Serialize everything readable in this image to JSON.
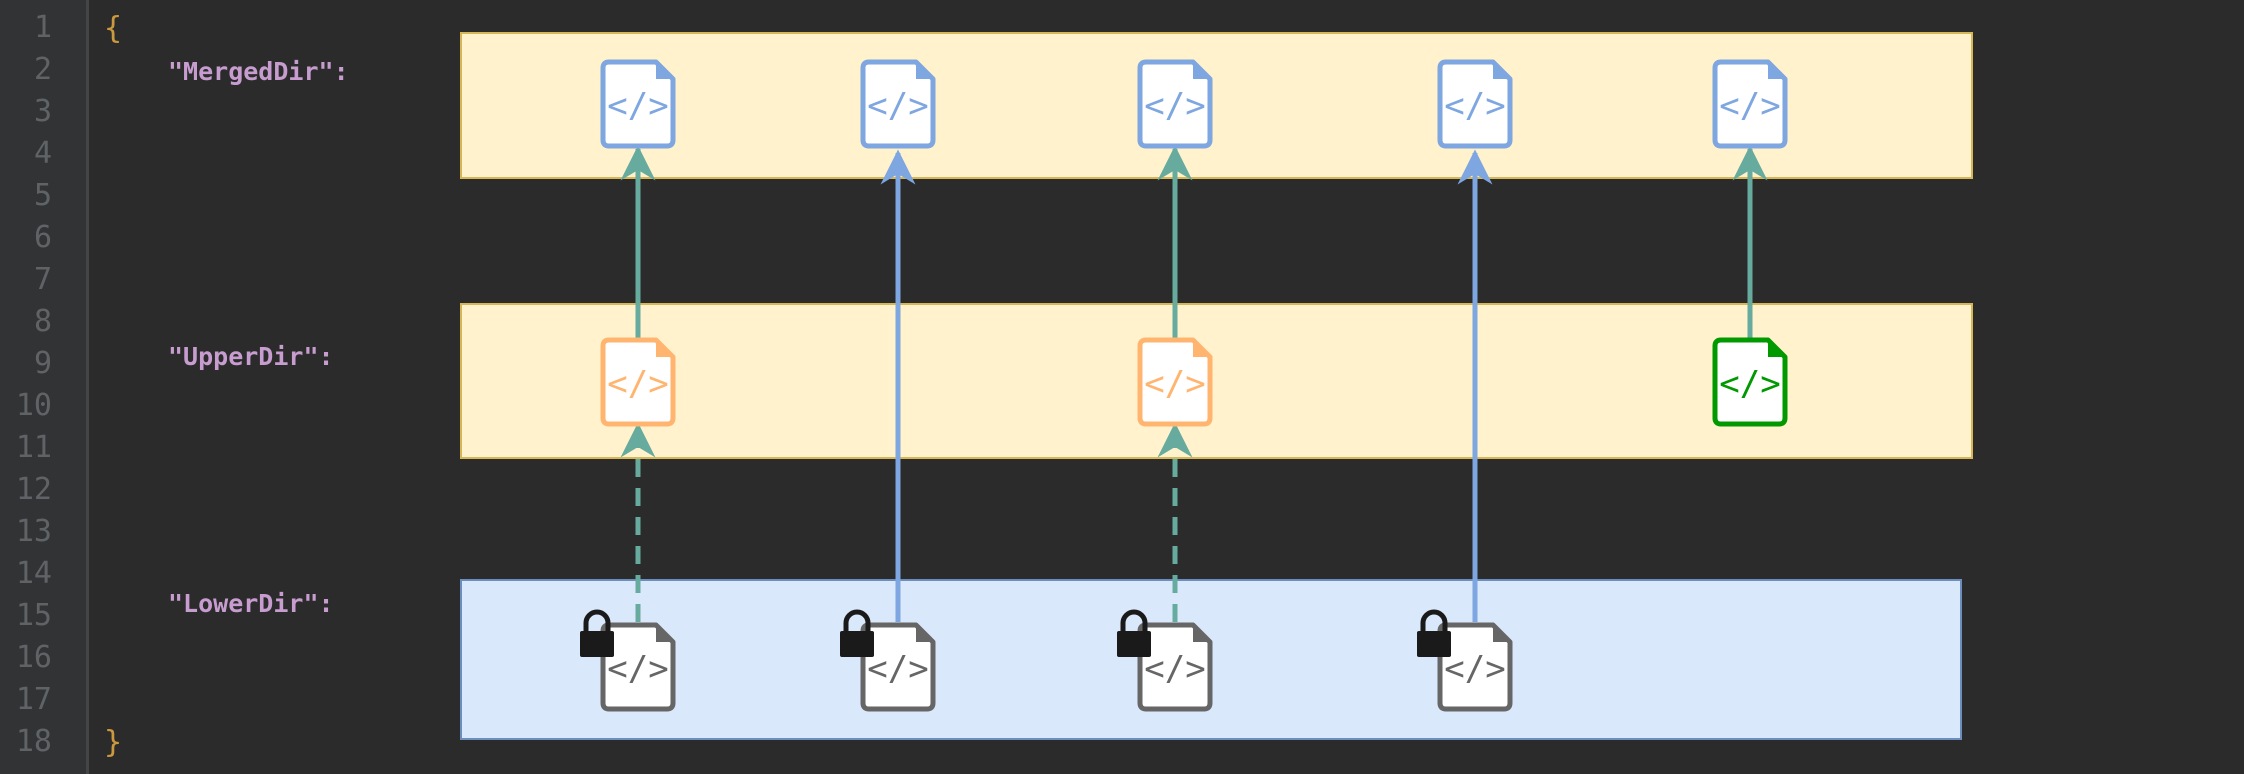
{
  "editor": {
    "line_numbers": [
      "1",
      "2",
      "3",
      "4",
      "5",
      "6",
      "7",
      "8",
      "9",
      "10",
      "11",
      "12",
      "13",
      "14",
      "15",
      "16",
      "17",
      "18"
    ],
    "open_brace": "{",
    "close_brace": "}",
    "keys": {
      "merged": "\"MergedDir\":",
      "upper": "\"UpperDir\":",
      "lower": "\"LowerDir\":"
    }
  },
  "diagram": {
    "colors": {
      "band_yellow": "#fff2cc",
      "band_yellow_border": "#d6b656",
      "band_blue": "#dae8fc",
      "band_blue_border": "#6c8ebf",
      "file_blue": "#7ea6e0",
      "file_orange": "#ffb570",
      "file_green": "#009900",
      "file_gray": "#666666",
      "arrow_green": "#67ab9f",
      "arrow_blue": "#7ea6e0",
      "lock": "#1a1a1a"
    },
    "layers": [
      "merged",
      "upper",
      "lower"
    ],
    "columns": [
      {
        "merged": "file-blue",
        "upper": "file-orange",
        "lower": "file-gray-locked",
        "lower_to_upper": "dashed-green",
        "to_merged_from": "upper"
      },
      {
        "merged": "file-blue",
        "upper": null,
        "lower": "file-gray-locked",
        "lower_to_upper": null,
        "to_merged_from": "lower"
      },
      {
        "merged": "file-blue",
        "upper": "file-orange",
        "lower": "file-gray-locked",
        "lower_to_upper": "dashed-green",
        "to_merged_from": "upper"
      },
      {
        "merged": "file-blue",
        "upper": null,
        "lower": "file-gray-locked",
        "lower_to_upper": null,
        "to_merged_from": "lower"
      },
      {
        "merged": "file-blue",
        "upper": "file-green",
        "lower": null,
        "lower_to_upper": null,
        "to_merged_from": "upper"
      }
    ],
    "file_glyph": "</>"
  }
}
